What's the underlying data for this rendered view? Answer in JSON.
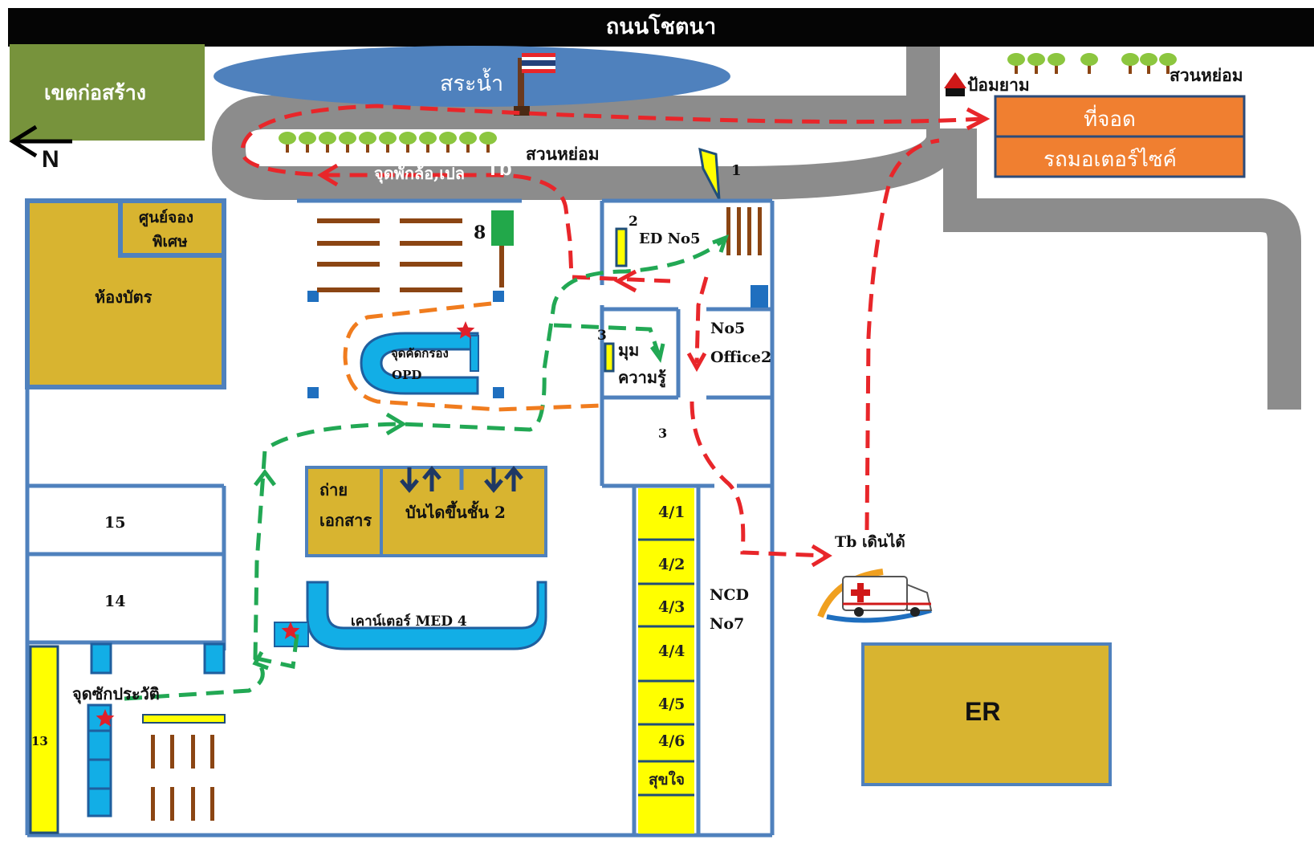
{
  "road": {
    "name": "ถนนโชตนา"
  },
  "compass": {
    "label": "N"
  },
  "zones": {
    "construction": "เขตก่อสร้าง",
    "pond": "สระน้ำ",
    "garden_top_right": "สวนหย่อม",
    "garden_mid": "สวนหย่อม",
    "guard_post": "ป้อมยาม",
    "parking_line1": "ที่จอด",
    "parking_line2": "รถมอเตอร์ไซค์",
    "rest_point": "จุดพักล้อ,เปล",
    "rest_point_tb": "Tb",
    "special_booking_line1": "ศูนย์จอง",
    "special_booking_line2": "พิเศษ",
    "card_room": "ห้องบัตร",
    "screening_line1": "จุดคัดกรอง",
    "screening_line2": "OPD",
    "ed_no5": "ED No5",
    "knowledge_line1": "มุม",
    "knowledge_line2": "ความรู้",
    "office_line1": "No5",
    "office_line2": "Office2",
    "copy_line1": "ถ่าย",
    "copy_line2": "เอกสาร",
    "stairs": "บันไดขึ้นชั้น 2",
    "med_counter": "เคาน์เตอร์ MED 4",
    "history_point": "จุดซักประวัติ",
    "ncd_line1": "NCD",
    "ncd_line2": "No7",
    "tb_walk": "Tb เดินได้",
    "er": "ER"
  },
  "room_numbers": {
    "n1": "1",
    "n2": "2",
    "n3a": "3",
    "n3b": "3",
    "n8": "8",
    "n13": "13",
    "n14": "14",
    "n15": "15"
  },
  "ncd_slots": [
    "4/1",
    "4/2",
    "4/3",
    "4/4",
    "4/5",
    "4/6",
    "สุขใจ"
  ],
  "colors": {
    "road": "#050505",
    "driveway": "#8c8c8c",
    "pond": "#4f81bd",
    "construction": "#77933c",
    "parking": "#f07f30",
    "building": "#d8b430",
    "wall": "#4f81bd",
    "counter": "#12aee6",
    "ncd_yellow": "#ffff00",
    "route_red": "#e8262a",
    "route_green": "#22a854",
    "route_orange": "#f07c1e",
    "tree": "#8cc63f",
    "bench": "#8b4513",
    "star": "#e0202a"
  },
  "icons": [
    "compass-arrow-icon",
    "thai-flag-icon",
    "guard-post-icon",
    "tree-icon",
    "star-marker-icon",
    "ambulance-icon",
    "stairs-arrow-icon"
  ]
}
